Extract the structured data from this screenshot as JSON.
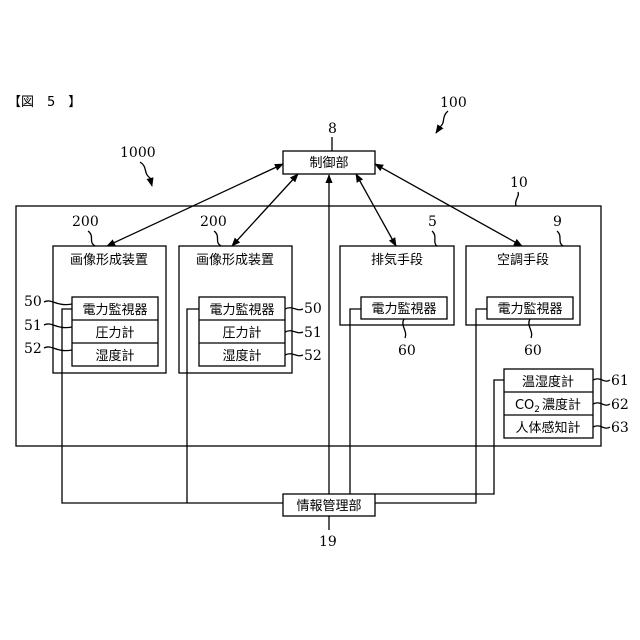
{
  "figure": {
    "label": "【図　5　】"
  },
  "refs": {
    "system": "100",
    "building_group": "1000",
    "room": "10",
    "controller": "8",
    "device_left": "200",
    "device_right": "200",
    "exhaust": "5",
    "aircon": "9",
    "power_monitor_left": "50",
    "pressure_left": "51",
    "humidity_left": "52",
    "power_monitor_right": "50",
    "pressure_right": "51",
    "humidity_right": "52",
    "power_monitor_exhaust": "60",
    "power_monitor_aircon": "60",
    "thermo_hygrometer": "61",
    "co2_meter": "62",
    "human_sensor": "63",
    "info_manager": "19"
  },
  "labels": {
    "controller": "制御部",
    "device_left": "画像形成装置",
    "device_right": "画像形成装置",
    "exhaust": "排気手段",
    "aircon": "空調手段",
    "power_monitor": "電力監視器",
    "pressure": "圧力計",
    "humidity": "湿度計",
    "thermo_hygrometer": "温湿度計",
    "co2_meter": "CO",
    "co2_subscript": "2",
    "co2_meter_suffix": "濃度計",
    "human_sensor": "人体感知計",
    "info_manager": "情報管理部"
  }
}
